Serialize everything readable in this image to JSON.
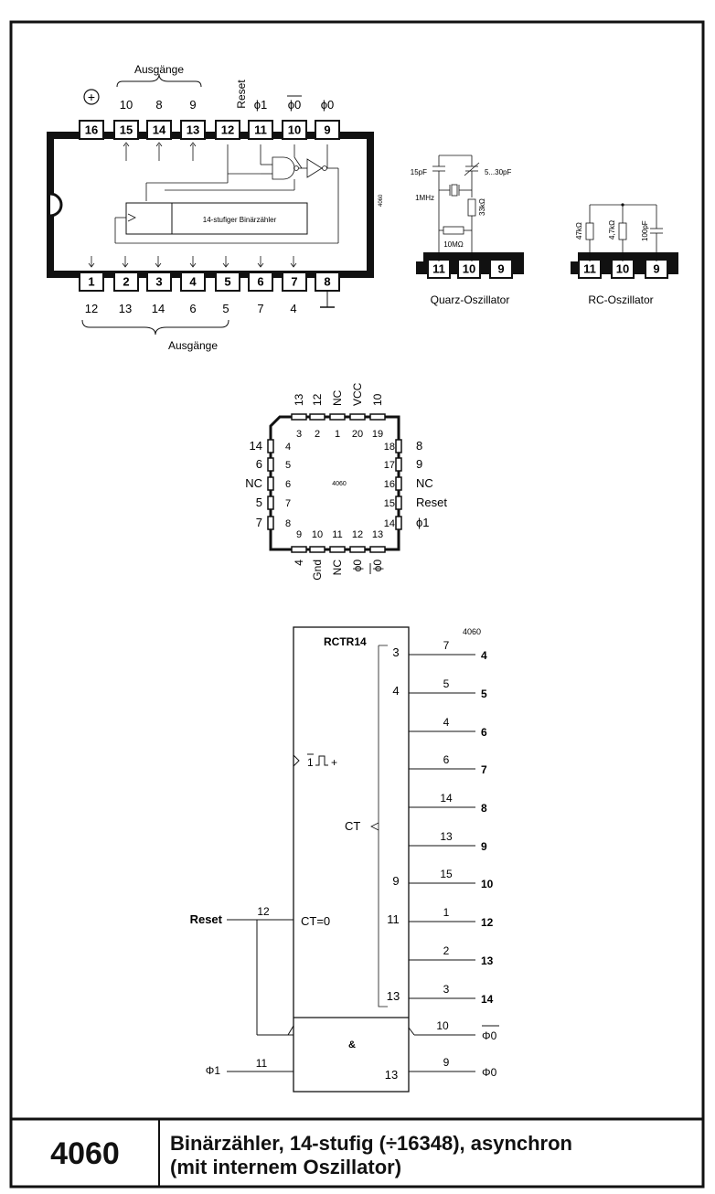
{
  "dip": {
    "outputs_label_top": "Ausgänge",
    "outputs_label_bottom": "Ausgänge",
    "plus_symbol": "+",
    "top_pins": [
      "16",
      "15",
      "14",
      "13",
      "12",
      "11",
      "10",
      "9"
    ],
    "top_labels": [
      "10",
      "8",
      "9",
      "Reset",
      "ϕ1",
      "ϕ0",
      "ϕ0"
    ],
    "bottom_pins": [
      "1",
      "2",
      "3",
      "4",
      "5",
      "6",
      "7",
      "8"
    ],
    "bottom_labels": [
      "12",
      "13",
      "14",
      "6",
      "5",
      "7",
      "4"
    ],
    "counter_label": "14-stufiger Binärzähler",
    "chip_code": "4060"
  },
  "quartz": {
    "cap1": "15pF",
    "cap2": "5...30pF",
    "crystal": "1MHz",
    "res1": "33kΩ",
    "res2": "10MΩ",
    "pins": [
      "11",
      "10",
      "9"
    ],
    "caption": "Quarz-Oszillator"
  },
  "rc": {
    "res1": "47kΩ",
    "res2": "4,7kΩ",
    "cap": "100pF",
    "pins": [
      "11",
      "10",
      "9"
    ],
    "caption": "RC-Oszillator"
  },
  "plcc": {
    "top_labels": [
      "13",
      "12",
      "NC",
      "VCC",
      "10"
    ],
    "top_pins": [
      "3",
      "2",
      "1",
      "20",
      "19"
    ],
    "left_labels": [
      "14",
      "6",
      "NC",
      "5",
      "7"
    ],
    "left_pins": [
      "4",
      "5",
      "6",
      "7",
      "8"
    ],
    "right_pins": [
      "18",
      "17",
      "16",
      "15",
      "14"
    ],
    "right_labels": [
      "8",
      "9",
      "NC",
      "Reset",
      "ϕ1"
    ],
    "bottom_pins": [
      "9",
      "10",
      "11",
      "12",
      "13"
    ],
    "bottom_labels": [
      "4",
      "Gnd",
      "NC",
      "ϕ0",
      "ϕ0"
    ],
    "center": "4060"
  },
  "logic": {
    "name": "RCTR14",
    "code": "4060",
    "ct": "CT",
    "ct_reset": "CT=0",
    "clock": "1",
    "clock_plus": "+",
    "and": "&",
    "reset_label": "Reset",
    "reset_pin": "12",
    "phi1_label": "Φ1",
    "phi1_pin": "11",
    "inner_nums": [
      "3",
      "4",
      "9",
      "11",
      "13",
      "13"
    ],
    "outputs": [
      {
        "pin": "7",
        "out": "4"
      },
      {
        "pin": "5",
        "out": "5"
      },
      {
        "pin": "4",
        "out": "6"
      },
      {
        "pin": "6",
        "out": "7"
      },
      {
        "pin": "14",
        "out": "8"
      },
      {
        "pin": "13",
        "out": "9"
      },
      {
        "pin": "15",
        "out": "10"
      },
      {
        "pin": "1",
        "out": "12"
      },
      {
        "pin": "2",
        "out": "13"
      },
      {
        "pin": "3",
        "out": "14"
      }
    ],
    "phi0bar_pin": "10",
    "phi0bar_label": "Φ0",
    "phi0_pin": "9",
    "phi0_label": "Φ0"
  },
  "footer": {
    "number": "4060",
    "title_line1": "Binärzähler, 14-stufig (÷16348), asynchron",
    "title_line2": "(mit internem Oszillator)"
  }
}
